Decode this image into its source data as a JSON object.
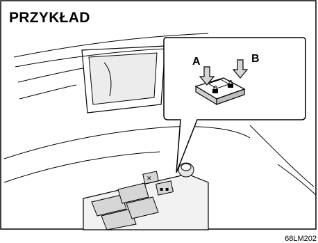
{
  "figure": {
    "title": "PRZYKŁAD",
    "label_a": "A",
    "label_b": "B",
    "code": "68LM202"
  },
  "colors": {
    "line": "#000000",
    "shade": "#d6d6d6",
    "callout_fill": "#ffffff"
  },
  "icons": {
    "lock_symbol": "lock-icon",
    "unlock_symbol": "unlock-icon",
    "arrow_a": "down-arrow-icon",
    "arrow_b": "down-arrow-icon"
  }
}
